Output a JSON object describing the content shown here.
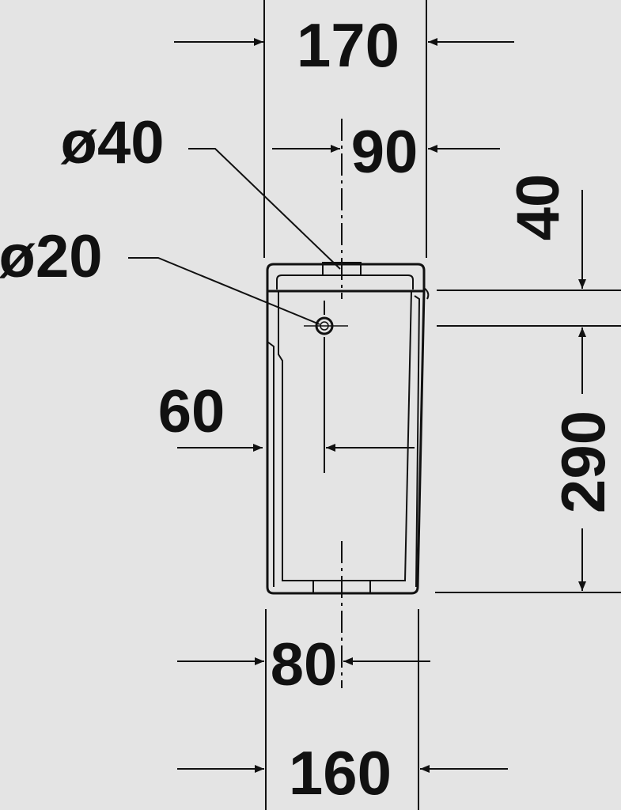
{
  "colors": {
    "background": "#e4e4e4",
    "ink": "#111111"
  },
  "dimensions": {
    "overall_width_top": "170",
    "outlet_diameter": "ø40",
    "inlet_diameter": "ø20",
    "outlet_offset": "90",
    "top_height": "40",
    "body_height": "290",
    "inlet_offset": "60",
    "bottom_offset": "80",
    "overall_width_bottom": "160"
  }
}
